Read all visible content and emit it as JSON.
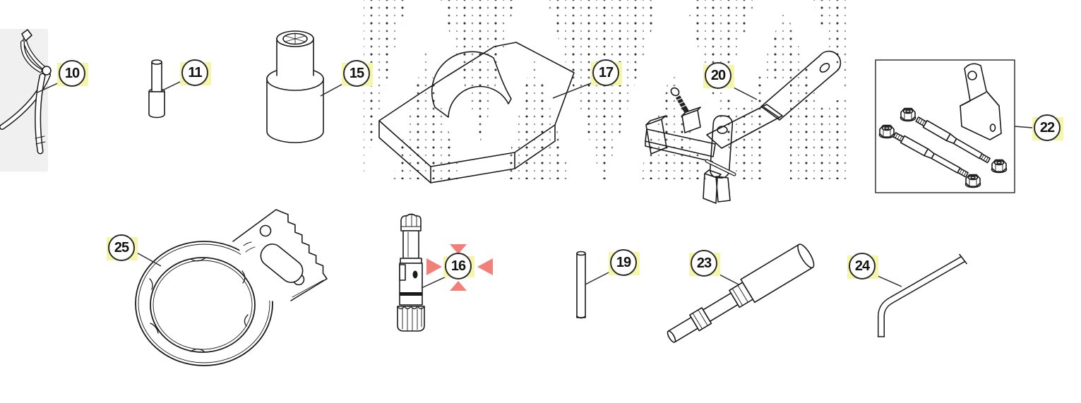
{
  "page": {
    "background": "#ffffff"
  },
  "palette": {
    "line_color": "#1a1a1a",
    "callout_highlight": "#f6f6aa",
    "callout_circle_stroke": "#2a2a2a",
    "selection_marker_color": "#f38078",
    "side_panel_gray": "#f0f0f0",
    "kit_box_stroke": "#333333"
  },
  "selection": {
    "selected_item": "16",
    "marker": "four-red-triangles"
  },
  "items": [
    {
      "number": "10",
      "tool": "circlip-pliers",
      "selected": false
    },
    {
      "number": "11",
      "tool": "dowel-pin",
      "selected": false
    },
    {
      "number": "15",
      "tool": "spline-socket",
      "selected": false
    },
    {
      "number": "16",
      "tool": "splined-driver-shaft",
      "selected": true
    },
    {
      "number": "17",
      "tool": "holding-plate",
      "selected": false
    },
    {
      "number": "19",
      "tool": "pin-rod",
      "selected": false
    },
    {
      "number": "20",
      "tool": "lever-bracket-tool",
      "selected": false
    },
    {
      "number": "22",
      "tool": "stud-nut-bracket-kit",
      "selected": false,
      "boxed": true
    },
    {
      "number": "23",
      "tool": "stepped-drift",
      "selected": false
    },
    {
      "number": "24",
      "tool": "hex-key",
      "selected": false
    },
    {
      "number": "25",
      "tool": "serrated-ring-spanner",
      "selected": false
    }
  ]
}
